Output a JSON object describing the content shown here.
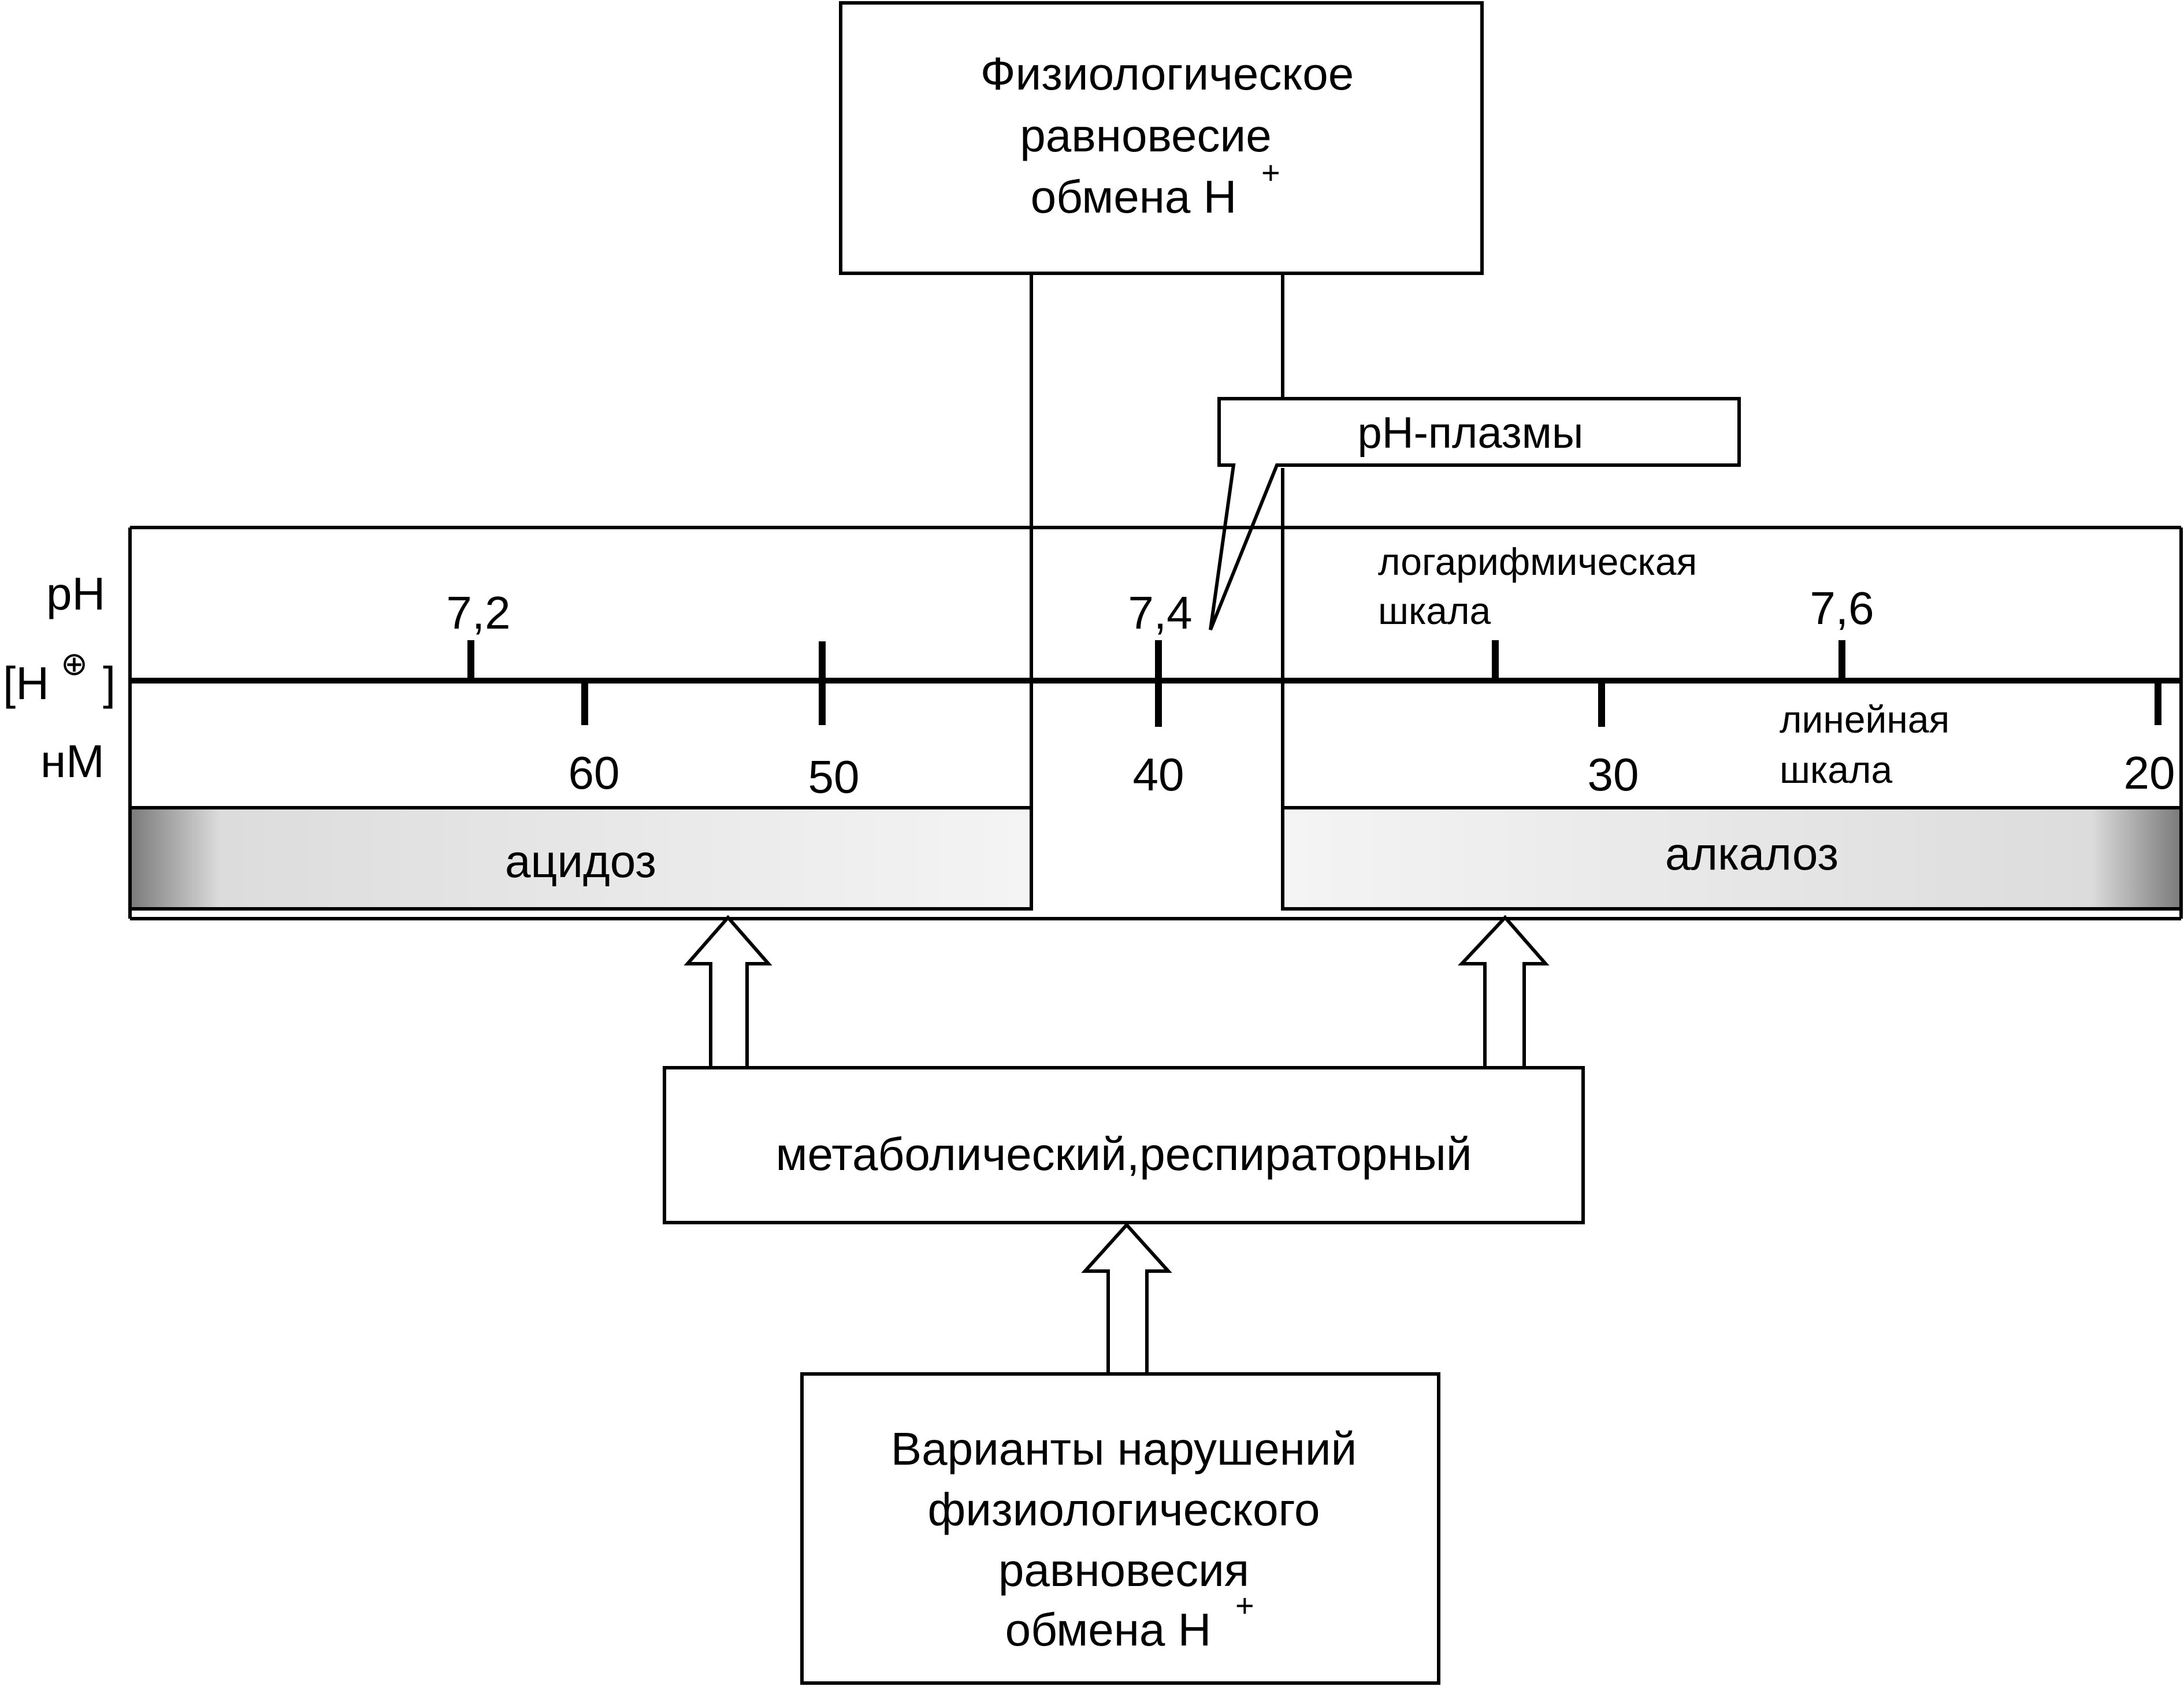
{
  "top_box": {
    "line1": "Физиологическое",
    "line2": "равновесие",
    "line3": "обмена Н",
    "sup": "+"
  },
  "callout": {
    "label": "рН-плазмы"
  },
  "left_labels": {
    "ph": "pH",
    "h_open": "[H",
    "h_sup": "⊕",
    "h_close": "]",
    "nm": "нМ"
  },
  "ph_ticks": [
    {
      "label": "7,2"
    },
    {
      "label": "7,4"
    },
    {
      "label": "7,6"
    }
  ],
  "nm_ticks": [
    {
      "label": "60"
    },
    {
      "label": "50"
    },
    {
      "label": "40"
    },
    {
      "label": "30"
    },
    {
      "label": "20"
    }
  ],
  "log_scale": {
    "line1": "логарифмическая",
    "line2": "шкала"
  },
  "linear_scale": {
    "line1": "линейная",
    "line2": "шкала"
  },
  "acidosis": {
    "label": "ацидоз"
  },
  "alkalosis": {
    "label": "алкалоз"
  },
  "middle_box": {
    "label": "метаболический,респираторный"
  },
  "bottom_box": {
    "line1": "Варианты нарушений",
    "line2": "физиологического",
    "line3": "равновесия",
    "line4": "обмена Н",
    "sup": "+"
  },
  "colors": {
    "bar_dark": "#7a7a7a",
    "bar_light": "#f4f4f4"
  }
}
